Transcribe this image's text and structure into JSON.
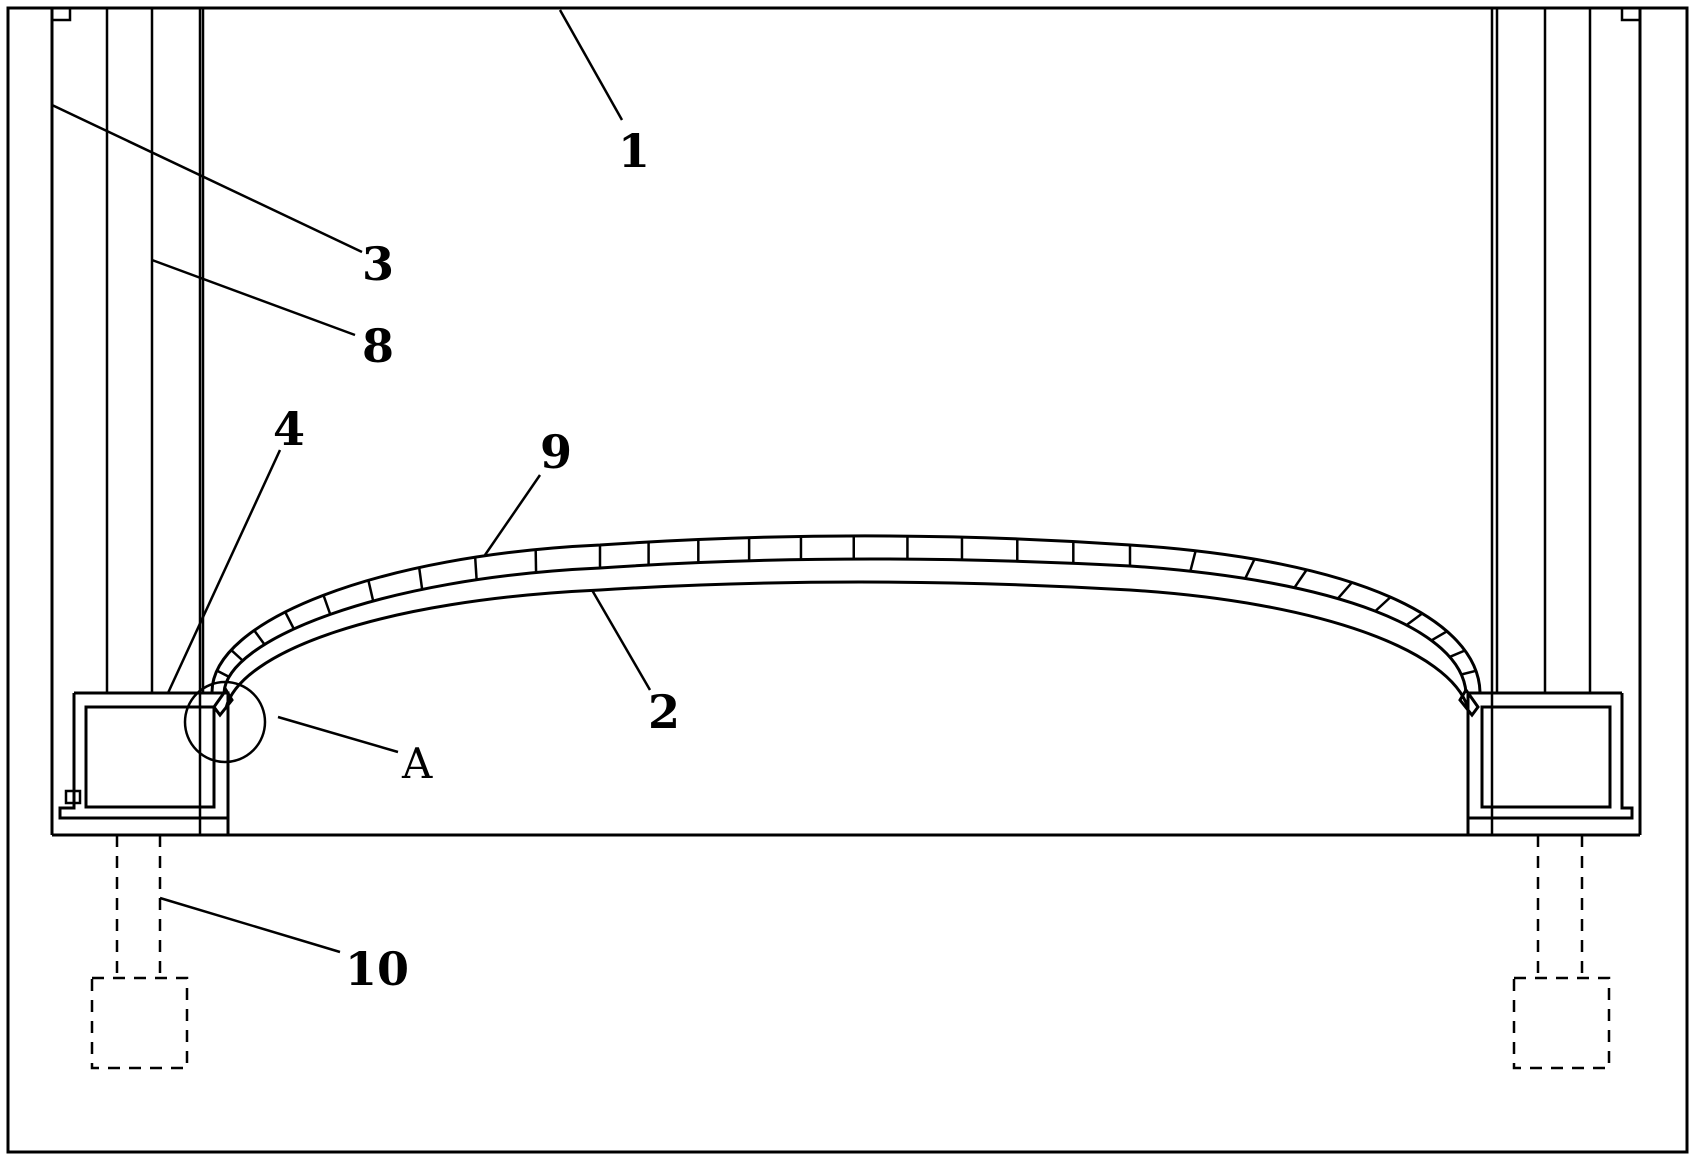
{
  "labels": {
    "l1": "1",
    "l2": "2",
    "l3": "3",
    "l4": "4",
    "l8": "8",
    "l9": "9",
    "l10": "10",
    "lA": "A"
  }
}
